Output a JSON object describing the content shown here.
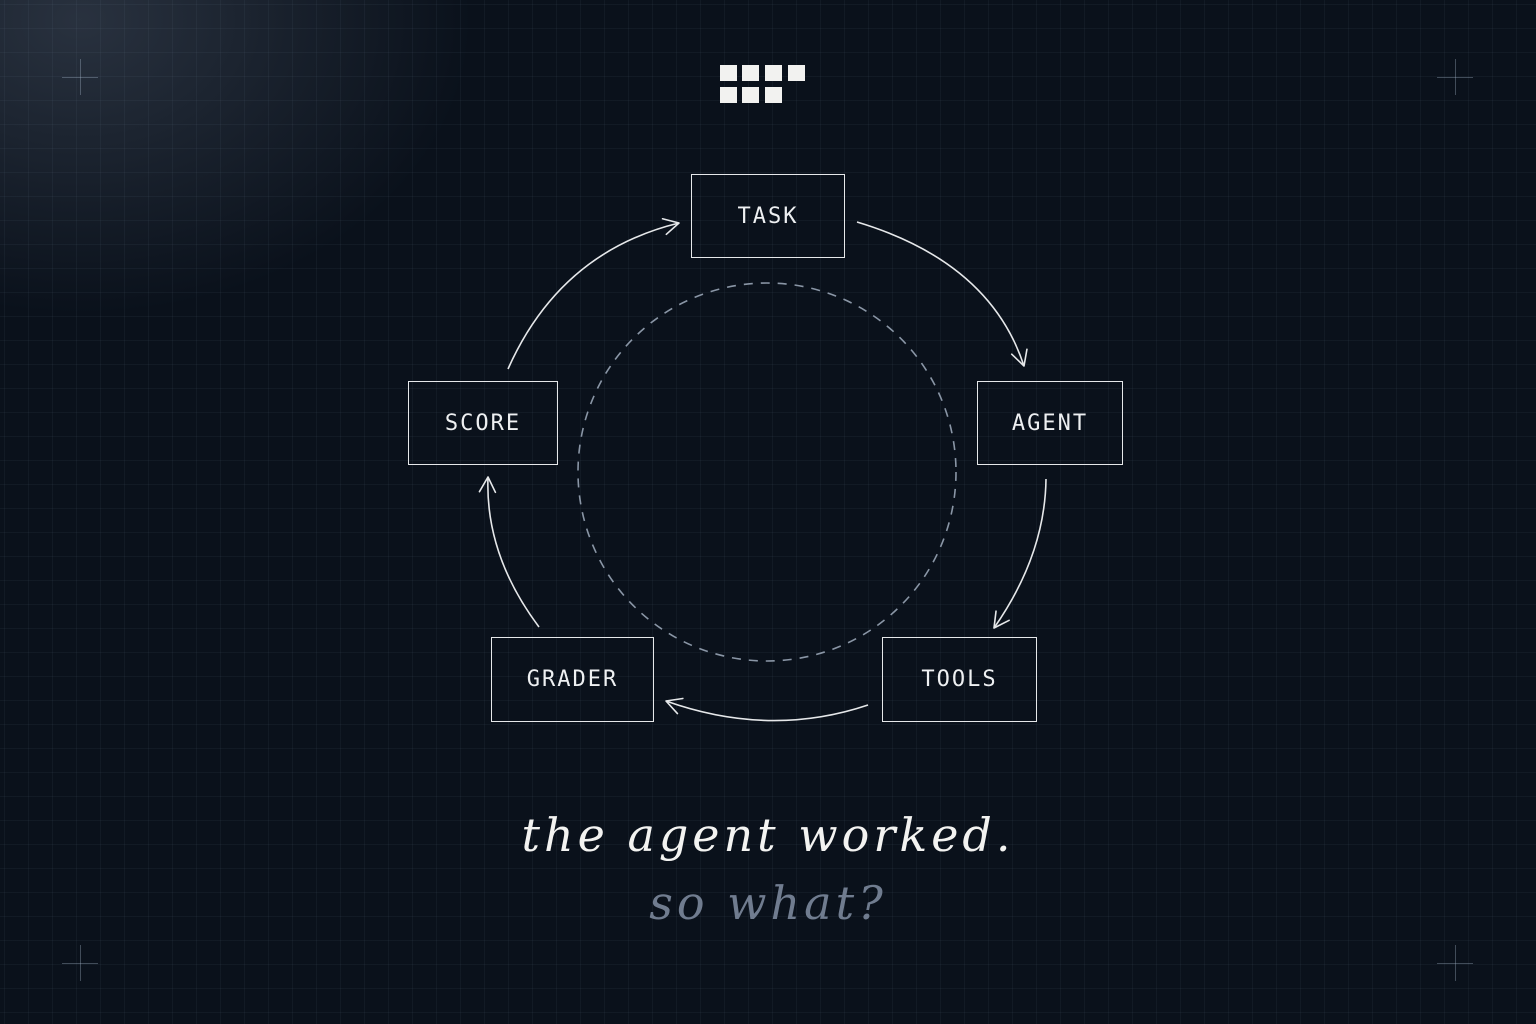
{
  "nodes": {
    "task": "TASK",
    "agent": "AGENT",
    "tools": "TOOLS",
    "grader": "GRADER",
    "score": "SCORE"
  },
  "caption": {
    "line1": "the agent worked.",
    "line2": "so what?"
  },
  "colors": {
    "background": "#0a111b",
    "line": "#e6e8ea",
    "caption_primary": "#f3f3f1",
    "caption_secondary": "#707c8f",
    "dashed_circle": "#8a96a6"
  },
  "icons": {
    "logo": "block-grid-logo"
  }
}
